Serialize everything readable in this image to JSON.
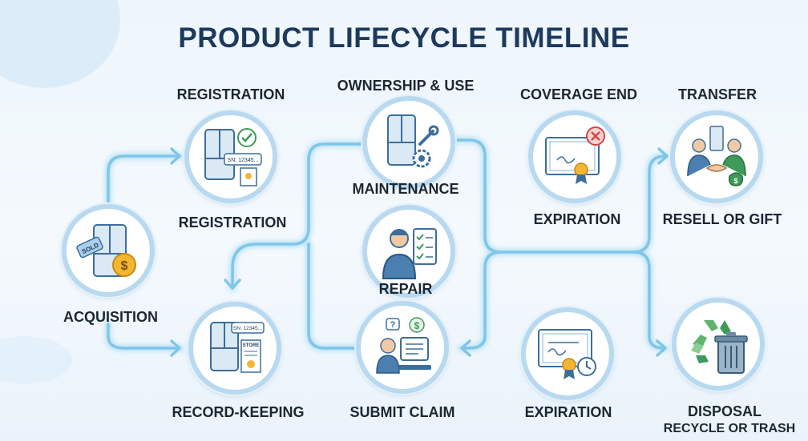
{
  "title": "PRODUCT LIFECYCLE TIMELINE",
  "colors": {
    "accent": "#1d3a5c",
    "connector": "#8ccbea",
    "ring": "#b8d9ef",
    "icon": "#3b6e9c"
  },
  "stages": {
    "acquisition": {
      "label": "ACQUISITION",
      "tag_text": "SOLD",
      "icon": "refrigerator-sold-icon"
    },
    "registration": {
      "heading": "REGISTRATION",
      "label": "REGISTRATION",
      "serial_text": "SN: 12345...",
      "icon": "refrigerator-check-icon"
    },
    "record_keeping": {
      "label": "RECORD-KEEPING",
      "serial_text": "SN: 12345...",
      "receipt_text": "STORE",
      "icon": "refrigerator-receipt-icon"
    },
    "ownership": {
      "heading": "OWNERSHIP & USE",
      "label": "MAINTENANCE",
      "icon": "refrigerator-wrench-icon"
    },
    "repair": {
      "label": "REPAIR",
      "icon": "technician-checklist-icon"
    },
    "submit_claim": {
      "label": "SUBMIT CLAIM",
      "icon": "person-computer-icon"
    },
    "coverage_end": {
      "heading": "COVERAGE END",
      "label": "EXPIRATION",
      "icon": "certificate-x-icon"
    },
    "expiration": {
      "label": "EXPIRATION",
      "icon": "certificate-clock-icon"
    },
    "transfer": {
      "heading": "TRANSFER",
      "label": "RESELL OR GIFT",
      "icon": "handshake-icon"
    },
    "disposal": {
      "label": "DISPOSAL",
      "sublabel": "RECYCLE OR TRASH",
      "icon": "recycle-trash-icon"
    }
  }
}
